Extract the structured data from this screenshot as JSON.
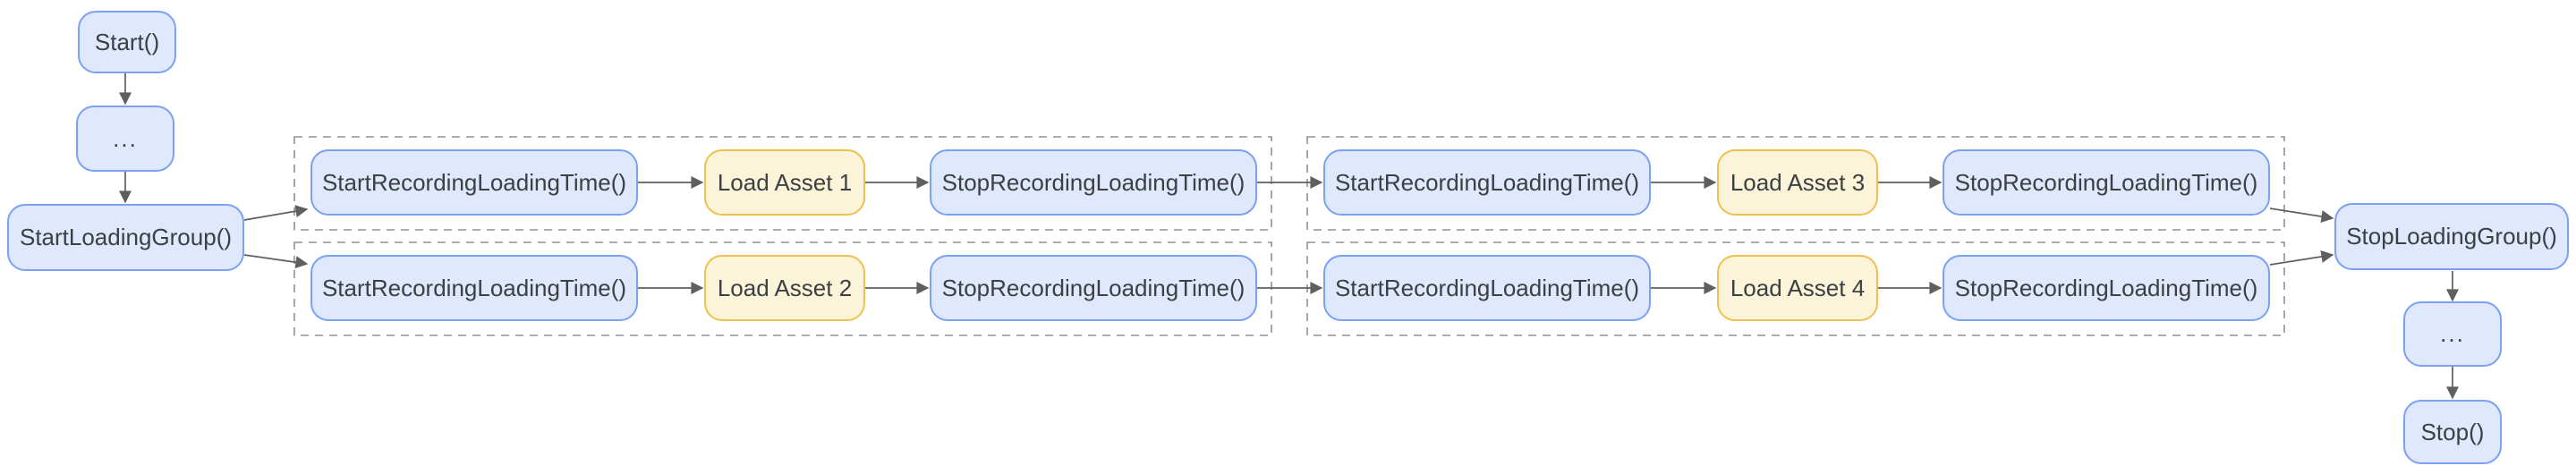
{
  "diagram": {
    "type": "flowchart",
    "colors": {
      "background": "#ffffff",
      "node_fill": "#dfe8fc",
      "node_border": "#7ba1f4",
      "asset_fill": "#fcf4d9",
      "asset_border": "#eec04f",
      "edge": "#5f5f5f",
      "cluster_border": "#909090",
      "text": "#3c4043"
    },
    "nodes": {
      "start": "Start()",
      "pre_loading_ellipsis": "...",
      "start_loading_group": "StartLoadingGroup()",
      "stop_loading_group": "StopLoadingGroup()",
      "post_loading_ellipsis": "...",
      "stop": "Stop()"
    },
    "clusters": [
      {
        "start": "StartRecordingLoadingTime()",
        "asset": "Load Asset 1",
        "stop": "StopRecordingLoadingTime()"
      },
      {
        "start": "StartRecordingLoadingTime()",
        "asset": "Load Asset 2",
        "stop": "StopRecordingLoadingTime()"
      },
      {
        "start": "StartRecordingLoadingTime()",
        "asset": "Load Asset 3",
        "stop": "StopRecordingLoadingTime()"
      },
      {
        "start": "StartRecordingLoadingTime()",
        "asset": "Load Asset 4",
        "stop": "StopRecordingLoadingTime()"
      }
    ]
  }
}
